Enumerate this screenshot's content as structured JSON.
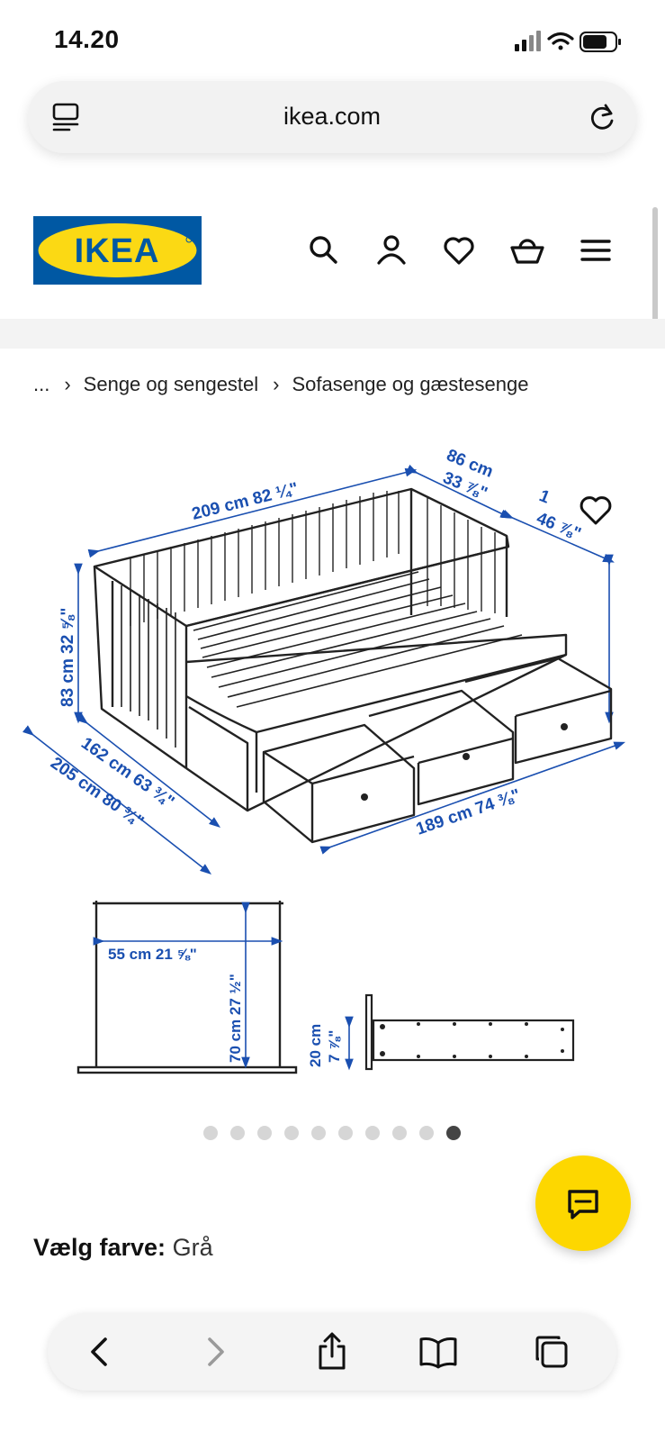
{
  "status_bar": {
    "time": "14.20"
  },
  "browser": {
    "url": "ikea.com"
  },
  "header": {
    "logo_text": "IKEA",
    "brand_colors": {
      "blue": "#0058a3",
      "yellow": "#fbd914"
    }
  },
  "breadcrumb": {
    "items": [
      "...",
      "Senge og sengestel",
      "Sofasenge og gæstesenge"
    ]
  },
  "product_image": {
    "dimension_labels": {
      "length": "209 cm 82 ¼\"",
      "depth": "86 cm",
      "depth_in": "33 ⅞\"",
      "side_partial": "1",
      "side_partial_in": "46 ⅞\"",
      "height": "83 cm 32 ⅝\"",
      "open_depth_inner": "162 cm 63 ¾\"",
      "open_depth": "205 cm 80 ¾\"",
      "inner_length": "189 cm 74 ⅜\"",
      "drawer_width": "55 cm 21 ⅝\"",
      "drawer_depth": "70 cm 27 ½\"",
      "drawer_height": "20 cm",
      "drawer_height_in": "7 ⅞\""
    }
  },
  "carousel": {
    "count": 10,
    "active_index": 9
  },
  "color_selection": {
    "label": "Vælg farve:",
    "value": "Grå"
  },
  "colors": {
    "accent_yellow": "#fdd700",
    "dimension_blue": "#1a4fb0"
  },
  "icons": [
    "tabs-icon",
    "reload-icon",
    "search-icon",
    "account-icon",
    "heart-icon",
    "basket-icon",
    "menu-icon",
    "chat-icon",
    "back-icon",
    "forward-icon",
    "share-icon",
    "bookmarks-icon",
    "tabs-overview-icon"
  ]
}
